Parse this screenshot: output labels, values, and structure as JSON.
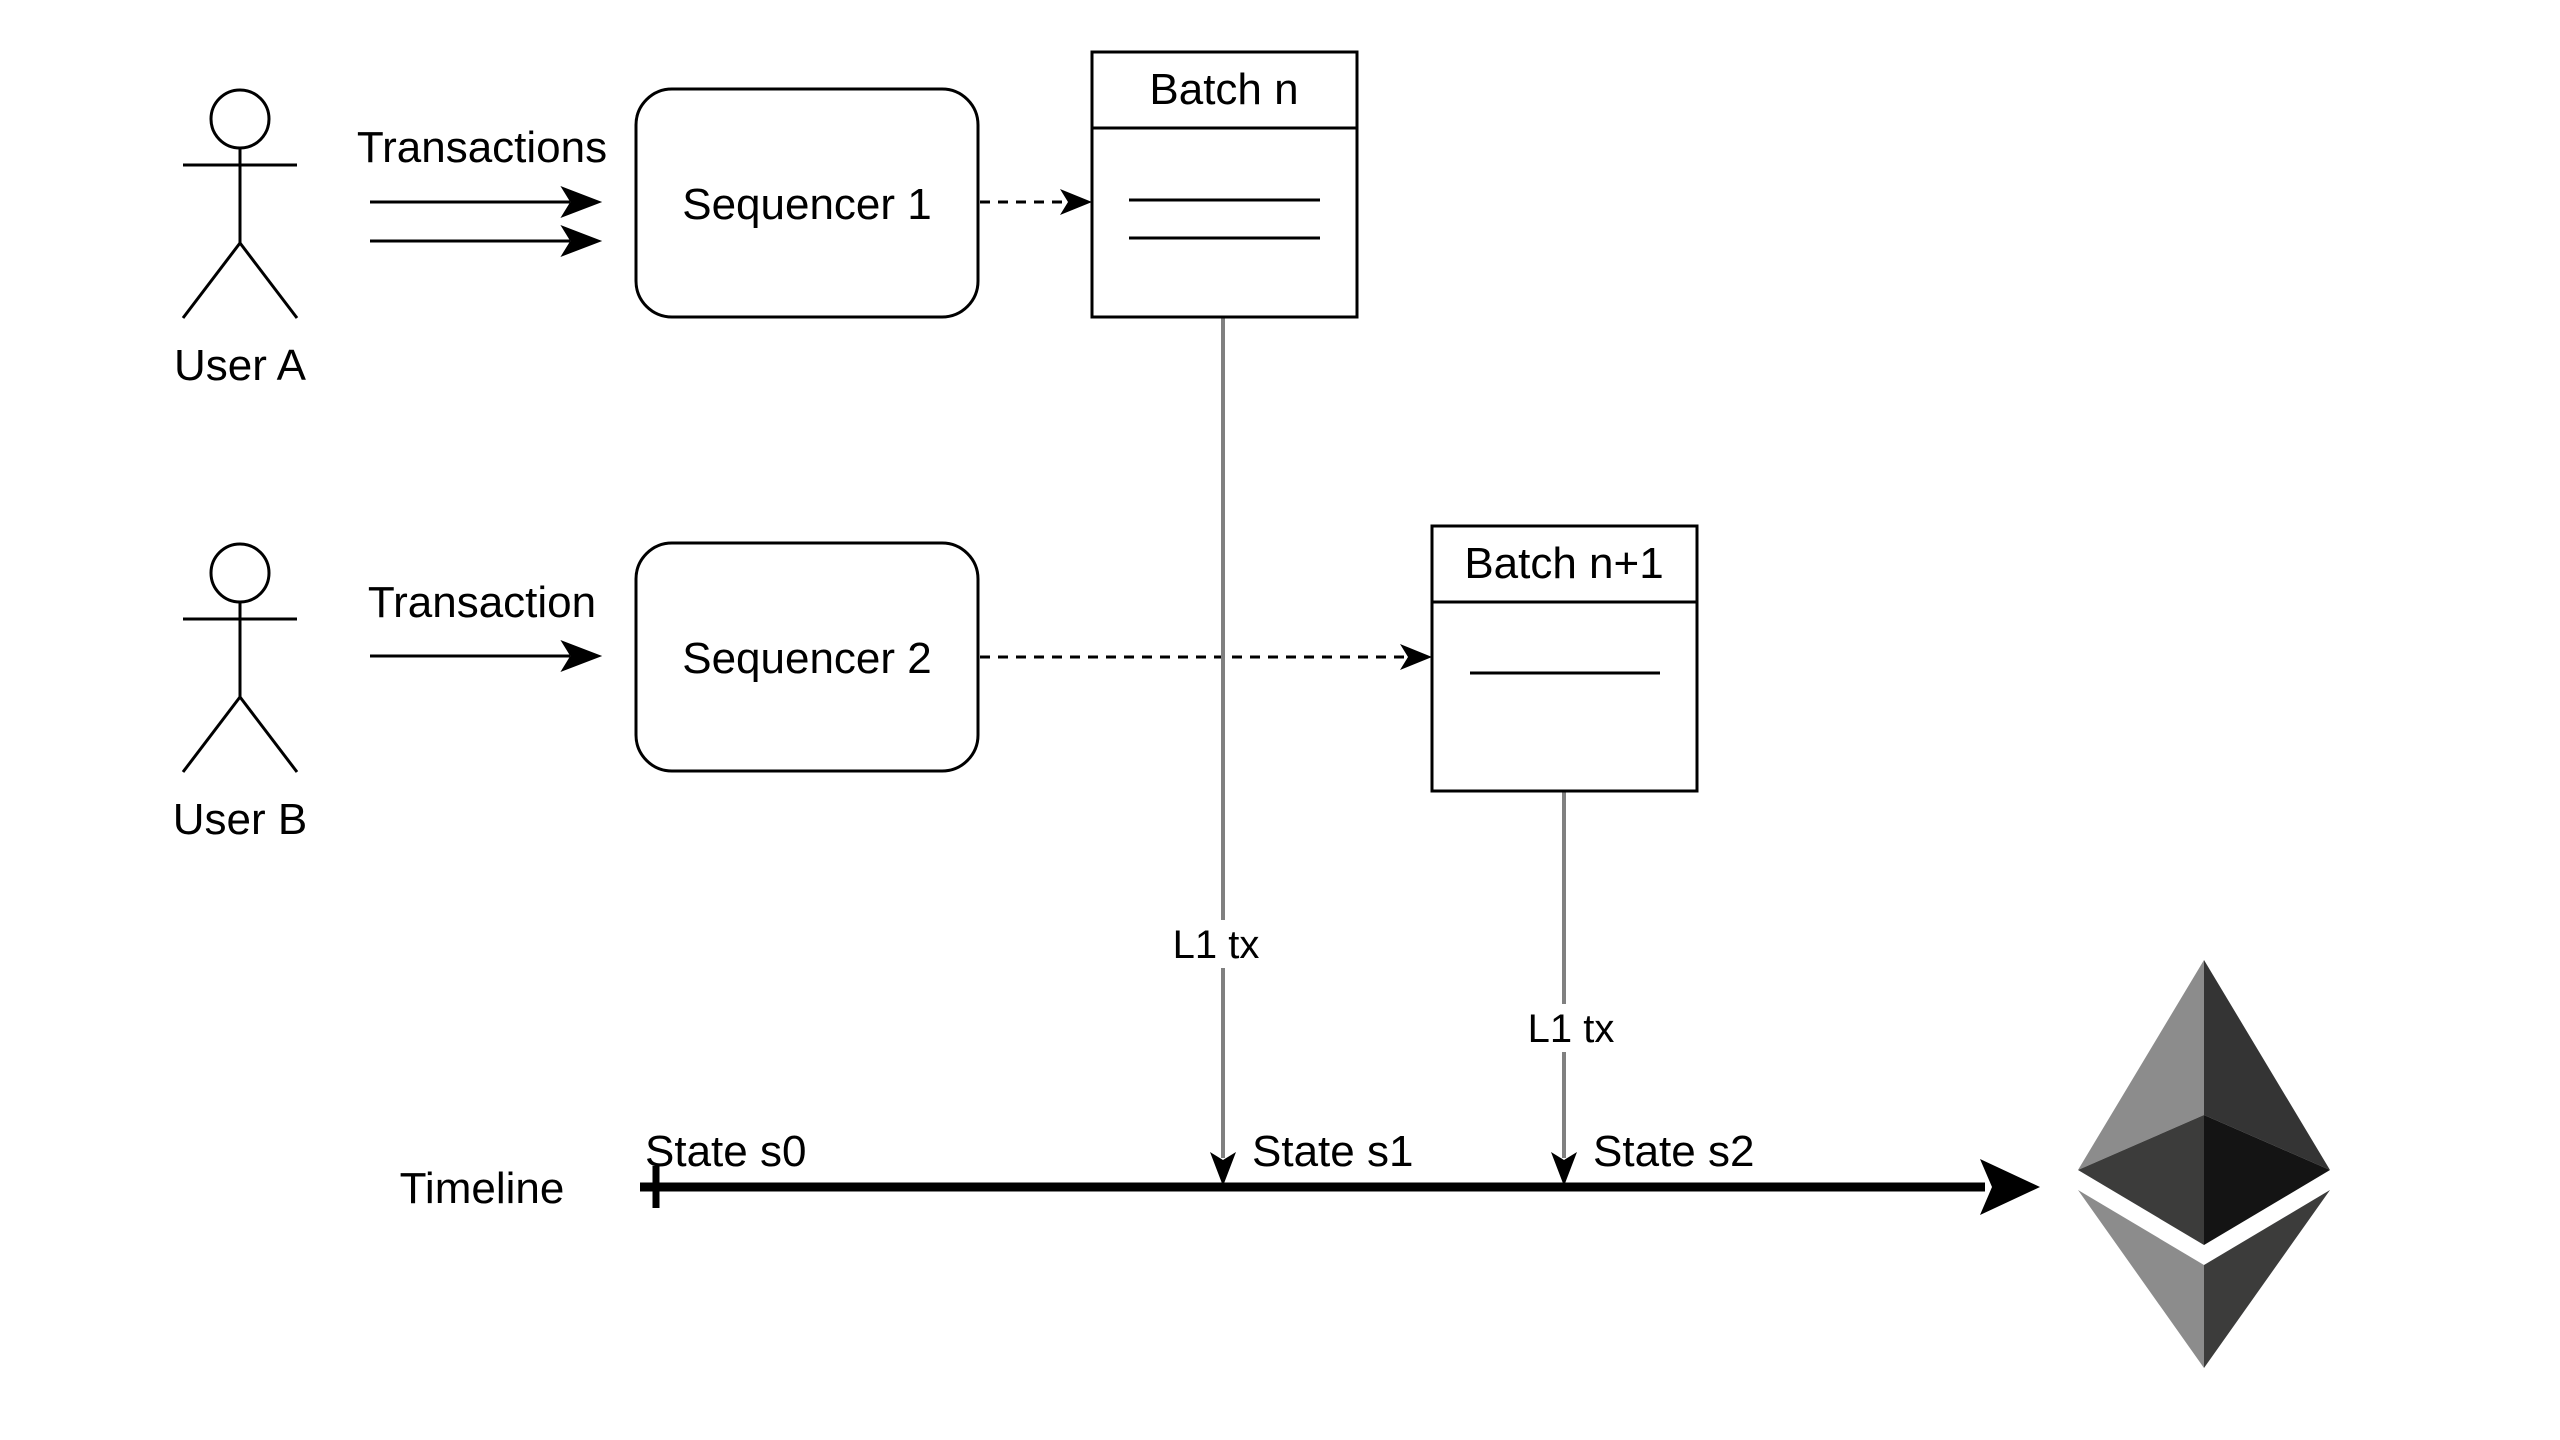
{
  "users": [
    {
      "label": "User A"
    },
    {
      "label": "User B"
    }
  ],
  "flows": [
    {
      "label": "Transactions"
    },
    {
      "label": "Transaction"
    }
  ],
  "sequencers": [
    {
      "label": "Sequencer 1"
    },
    {
      "label": "Sequencer 2"
    }
  ],
  "batches": [
    {
      "title": "Batch n"
    },
    {
      "title": "Batch n+1"
    }
  ],
  "l1_labels": [
    "L1 tx",
    "L1 tx"
  ],
  "timeline": {
    "label": "Timeline",
    "states": [
      "State s0",
      "State s1",
      "State s2"
    ]
  },
  "logo": {
    "icon": "ethereum-logo-icon"
  },
  "colors": {
    "stroke": "#000000",
    "connector": "#808080",
    "eth_light": "#8c8c8c",
    "eth_mid": "#343434",
    "eth_dark": "#141414",
    "eth_bottom_light": "#8c8c8c",
    "eth_bottom_dark": "#3c3c3b"
  }
}
